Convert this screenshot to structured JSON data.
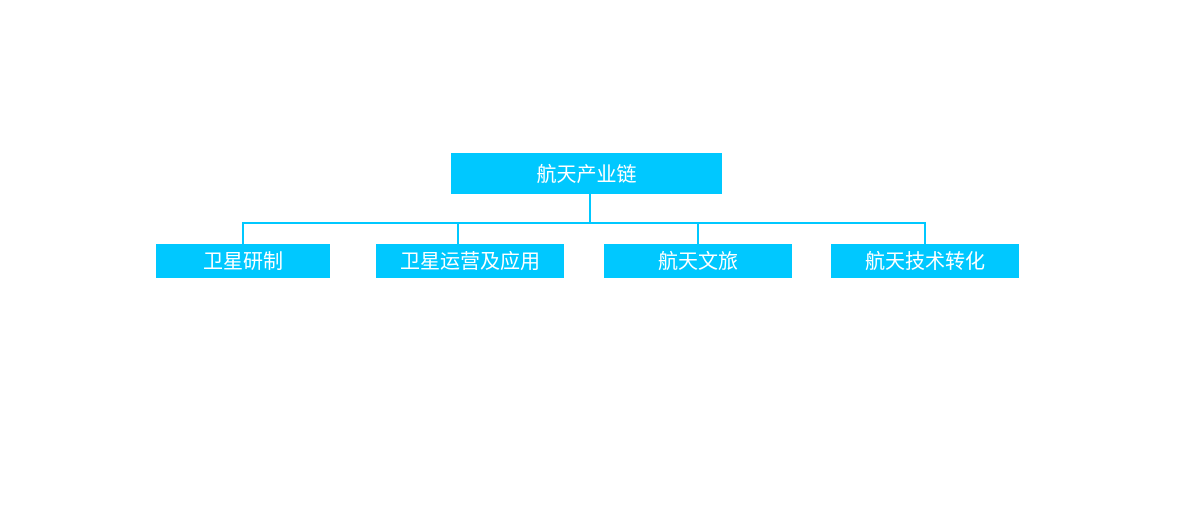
{
  "colors": {
    "node_fill": "#00c8ff",
    "node_text": "#ffffff",
    "connector": "#00c8ff",
    "background": "#ffffff"
  },
  "root": {
    "label": "航天产业链"
  },
  "children": [
    {
      "label": "卫星研制"
    },
    {
      "label": "卫星运营及应用"
    },
    {
      "label": "航天文旅"
    },
    {
      "label": "航天技术转化"
    }
  ]
}
